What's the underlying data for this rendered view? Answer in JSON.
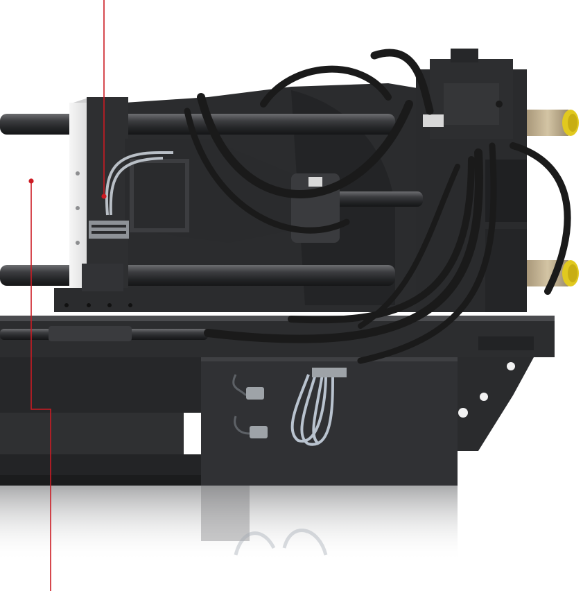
{
  "image": {
    "subject": "injection-molding-machine-clamping-unit",
    "background": "#ffffff"
  },
  "palette": {
    "frame": "#2a2b2d",
    "frame_dark": "#1c1d1f",
    "frame_light": "#3a3b3e",
    "rod": "#333437",
    "platen": "#e9e9ea",
    "hose": "#1a1a1a",
    "yellow_cap": "#e1c91f",
    "spring": "#b9a98a",
    "cable_gray": "#b9c3cf",
    "callout": "#cc1b23"
  },
  "callouts": [
    {
      "name": "callout-leader-top"
    },
    {
      "name": "callout-leader-bottom"
    }
  ]
}
